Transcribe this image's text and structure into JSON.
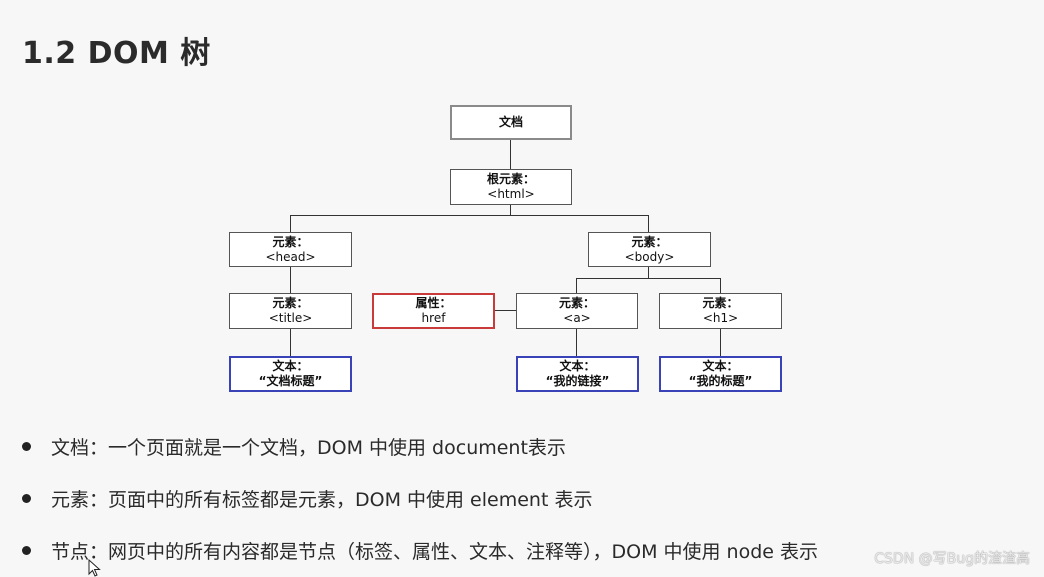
{
  "title": "1.2 DOM 树",
  "tree": {
    "document": {
      "label": "文档"
    },
    "root": {
      "line1": "根元素：",
      "line2": "<html>"
    },
    "head": {
      "line1": "元素：",
      "line2": "<head>"
    },
    "body": {
      "line1": "元素：",
      "line2": "<body>"
    },
    "title_el": {
      "line1": "元素：",
      "line2": "<title>"
    },
    "attr": {
      "line1": "属性：",
      "line2": "href"
    },
    "a": {
      "line1": "元素：",
      "line2": "<a>"
    },
    "h1": {
      "line1": "元素：",
      "line2": "<h1>"
    },
    "text_title": {
      "line1": "文本：",
      "line2": "“文档标题”"
    },
    "text_link": {
      "line1": "文本：",
      "line2": "“我的链接”"
    },
    "text_h1": {
      "line1": "文本：",
      "line2": "“我的标题”"
    }
  },
  "bullets": [
    "文档：一个页面就是一个文档，DOM 中使用 document表示",
    "元素：页面中的所有标签都是元素，DOM 中使用 element 表示",
    "节点：网页中的所有内容都是节点（标签、属性、文本、注释等），DOM 中使用 node 表示"
  ],
  "watermark": "CSDN @写Bug的渣渣高",
  "colors": {
    "document_border": "#8a8a8a",
    "attribute_border": "#c93a3a",
    "text_border": "#3a42b8",
    "element_border": "#555555"
  }
}
